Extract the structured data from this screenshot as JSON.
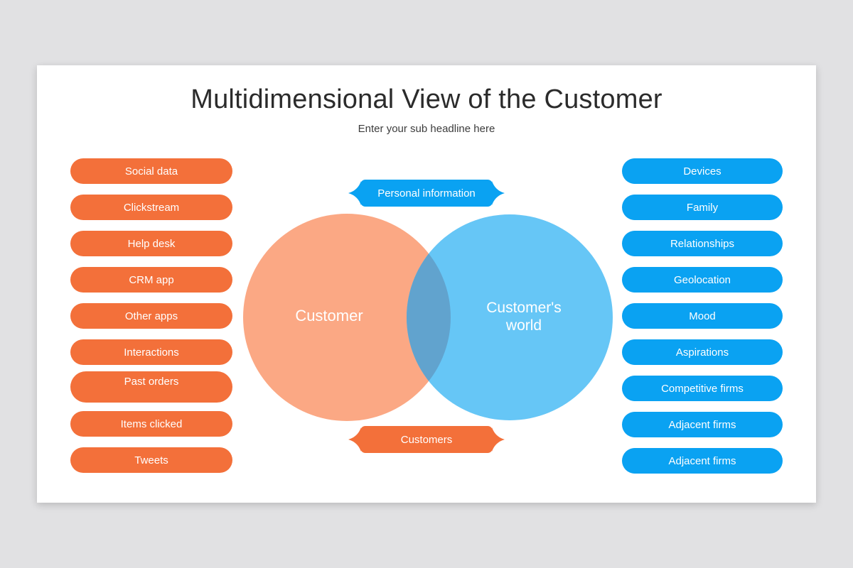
{
  "title": "Multidimensional View of the Customer",
  "subtitle": "Enter your sub headline here",
  "left_column": {
    "items": [
      "Social data",
      "Clickstream",
      "Help desk",
      "CRM app",
      "Other apps",
      "Interactions",
      "Past orders",
      "Items clicked",
      "Tweets"
    ]
  },
  "right_column": {
    "items": [
      "Devices",
      "Family",
      "Relationships",
      "Geolocation",
      "Mood",
      "Aspirations",
      "Competitive firms",
      "Adjacent firms",
      "Adjacent firms"
    ]
  },
  "banners": {
    "top": "Personal information",
    "bottom": "Customers"
  },
  "venn": {
    "left_label": "Customer",
    "right_label": "Customer's\nworld"
  },
  "colors": {
    "orange": "#F3703A",
    "blue": "#0AA2F2",
    "salmon": "#FBA884",
    "sky": "#66C6F6",
    "overlap": "#61A3CE",
    "background": "#E1E1E3",
    "card": "#FFFFFF",
    "title_text": "#2B2B2B",
    "subtitle_text": "#3C3C3C",
    "white": "#FFFFFF"
  }
}
